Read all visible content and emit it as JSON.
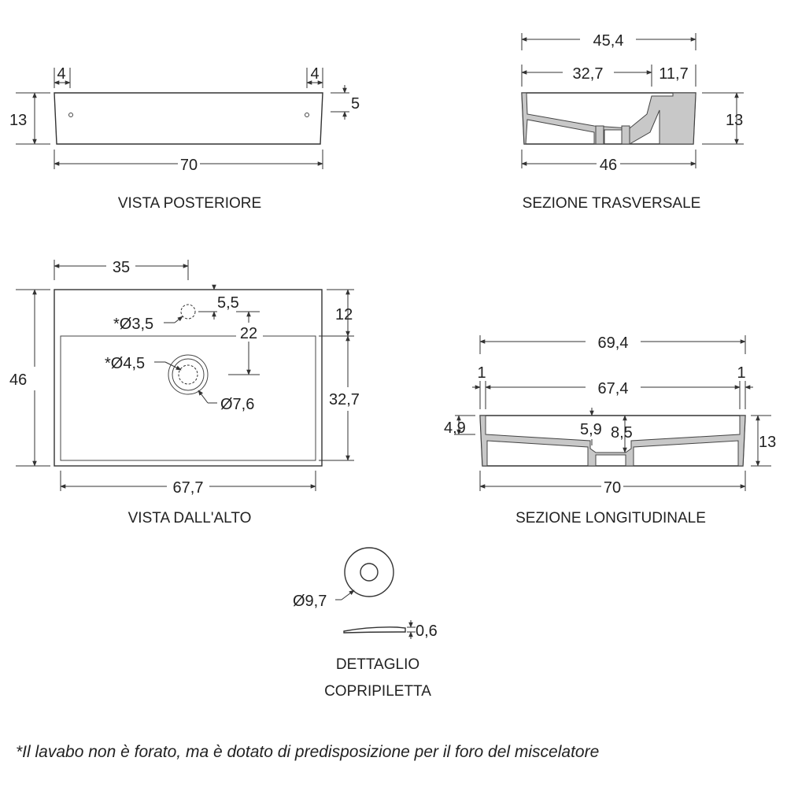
{
  "views": {
    "rear": {
      "caption": "VISTA POSTERIORE",
      "dims": {
        "left_offset": "4",
        "right_offset": "4",
        "hole_height": "5",
        "height": "13",
        "width": "70"
      }
    },
    "cross_section": {
      "caption": "SEZIONE TRASVERSALE",
      "dims": {
        "overall_top": "45,4",
        "inner": "32,7",
        "rim": "11,7",
        "height": "13",
        "bottom": "46"
      }
    },
    "top": {
      "caption": "VISTA DALL'ALTO",
      "dims": {
        "hole_x": "35",
        "mixer_hole": "*Ø3,5",
        "hole_y": "5,5",
        "back_band": "12",
        "drain_y": "22",
        "drain_inner": "*Ø4,5",
        "drain_outer": "Ø7,6",
        "depth": "46",
        "basin_depth": "32,7",
        "basin_width": "67,7"
      }
    },
    "long_section": {
      "caption": "SEZIONE LONGITUDINALE",
      "dims": {
        "overall_top": "69,4",
        "left_wall": "1",
        "right_wall": "1",
        "inner": "67,4",
        "rim": "4,9",
        "drain_depth_a": "5,9",
        "drain_depth_b": "8,5",
        "height": "13",
        "bottom": "70"
      }
    },
    "cover": {
      "caption_line1": "DETTAGLIO",
      "caption_line2": "COPRIPILETTA",
      "dims": {
        "diameter": "Ø9,7",
        "thickness": "0,6"
      }
    }
  },
  "footnote": "*Il lavabo non è forato, ma è dotato di predisposizione per il foro del miscelatore"
}
